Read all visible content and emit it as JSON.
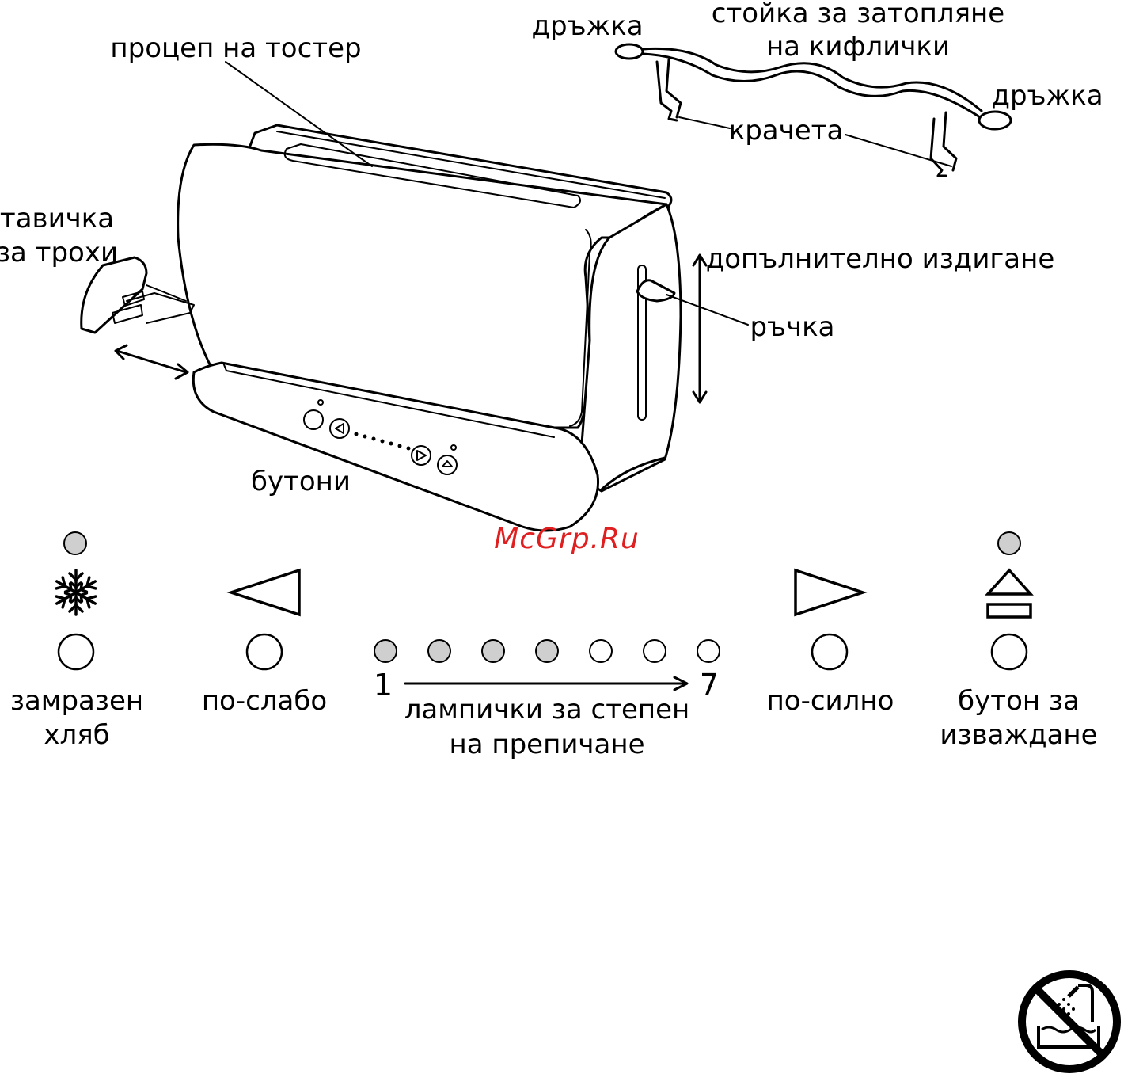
{
  "labels": {
    "toaster_slot": "процеп на тостер",
    "handle_left": "дръжка",
    "bun_rack_1": "стойка за затопляне",
    "bun_rack_2": "на кифлички",
    "handle_right": "дръжка",
    "legs": "крачета",
    "crumb_tray_1": "тавичка",
    "crumb_tray_2": "за трохи",
    "extra_lift": "допълнително издигане",
    "lever": "ръчка",
    "buttons": "бутони"
  },
  "panel": {
    "frozen_1": "замразен",
    "frozen_2": "хляб",
    "lighter": "по-слабо",
    "scale_min": "1",
    "scale_max": "7",
    "lamps_1": "лампички за степен",
    "lamps_2": "на препичане",
    "darker": "по-силно",
    "eject_1": "бутон за",
    "eject_2": "изваждане",
    "browning_level": 4,
    "browning_max": 7,
    "lamp_on_color": "#cfcfcf",
    "lamp_off_color": "#ffffff"
  },
  "icons": {
    "frozen": "snowflake-icon",
    "lighter": "triangle-left-icon",
    "darker": "triangle-right-icon",
    "eject": "eject-icon",
    "warning": "no-water-immersion-icon"
  },
  "watermark": "McGrp.Ru",
  "colors": {
    "watermark": "#e02020",
    "line": "#000000"
  }
}
